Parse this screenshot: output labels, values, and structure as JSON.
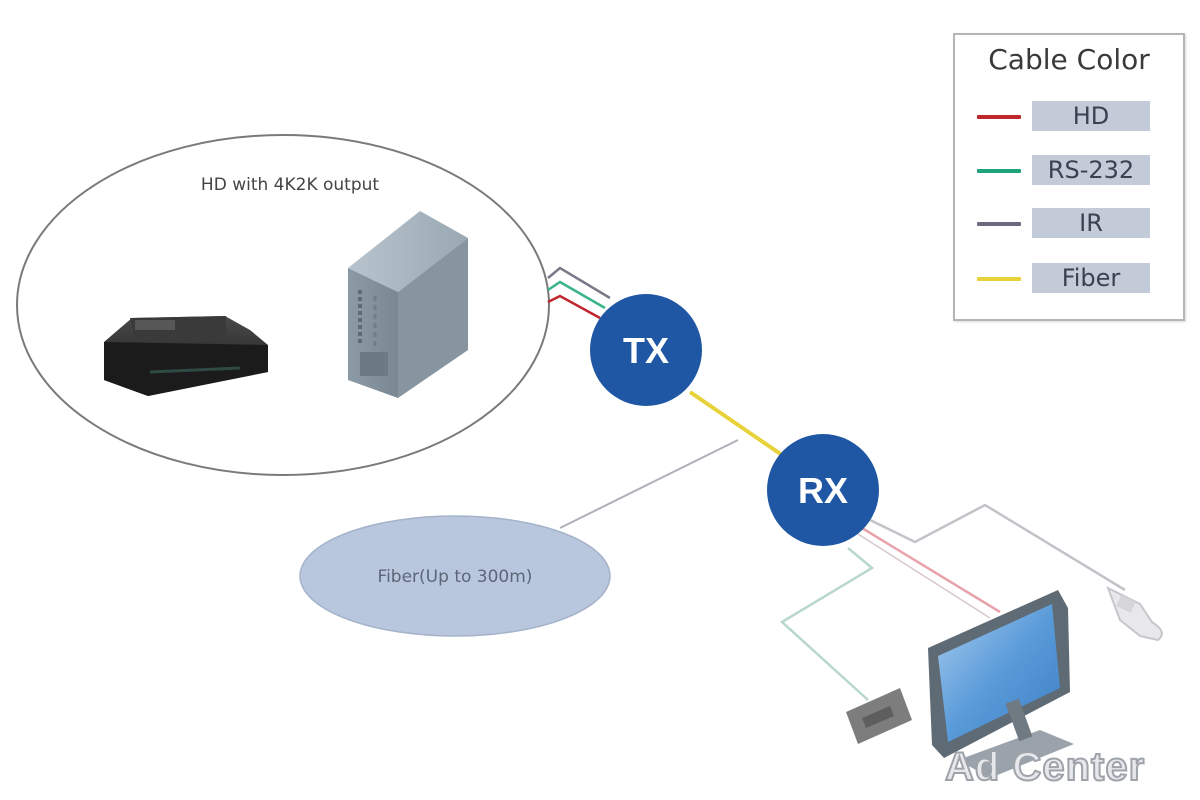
{
  "source_group": {
    "title": "HD  with 4K2K output",
    "devices": [
      {
        "name": "set-top box"
      },
      {
        "name": "pc tower"
      }
    ]
  },
  "nodes": {
    "tx": {
      "label": "TX"
    },
    "rx": {
      "label": "RX"
    }
  },
  "fiber_callout": {
    "label": "Fiber(Up to 300m)"
  },
  "legend": {
    "title": "Cable Color",
    "items": [
      {
        "label": "HD",
        "color": "#c0272d"
      },
      {
        "label": "RS-232",
        "color": "#1fa37a"
      },
      {
        "label": "IR",
        "color": "#6b6b80"
      },
      {
        "label": "Fiber",
        "color": "#e8d23a"
      }
    ]
  },
  "colors": {
    "node_fill": "#1f57a4",
    "node_text": "#ffffff",
    "callout_fill": "#b8c7dd",
    "group_outline": "#777777"
  },
  "sink_devices": [
    {
      "name": "monitor"
    },
    {
      "name": "rs232 device"
    },
    {
      "name": "ir receiver"
    }
  ],
  "watermark": "Ad Center"
}
